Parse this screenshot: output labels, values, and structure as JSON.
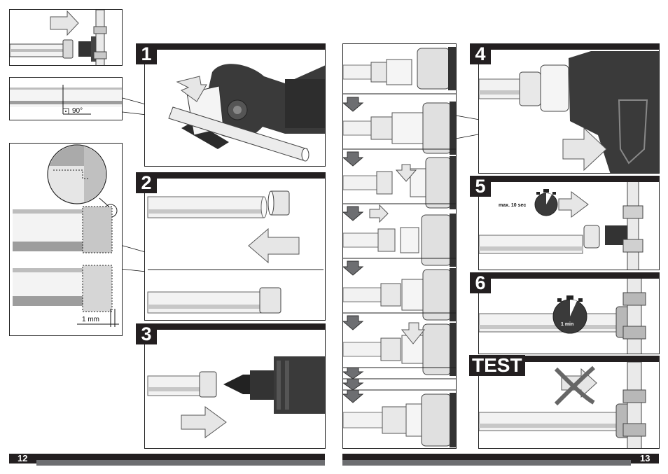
{
  "steps": {
    "s1": "1",
    "s2": "2",
    "s3": "3",
    "s4": "4",
    "s5": "5",
    "s6": "6",
    "test": "TEST"
  },
  "labels": {
    "angle": "90°",
    "gap": "1 mm",
    "max_time": "max. 10 sec",
    "hold_time": "1 min"
  },
  "pages": {
    "left": "12",
    "right": "13"
  },
  "colors": {
    "bar": "#231f20",
    "tool_dark": "#3a3a3a",
    "pipe": "#e8e8e8",
    "arrow_light": "#e6e6e6",
    "arrow_dark": "#6d6e71"
  }
}
